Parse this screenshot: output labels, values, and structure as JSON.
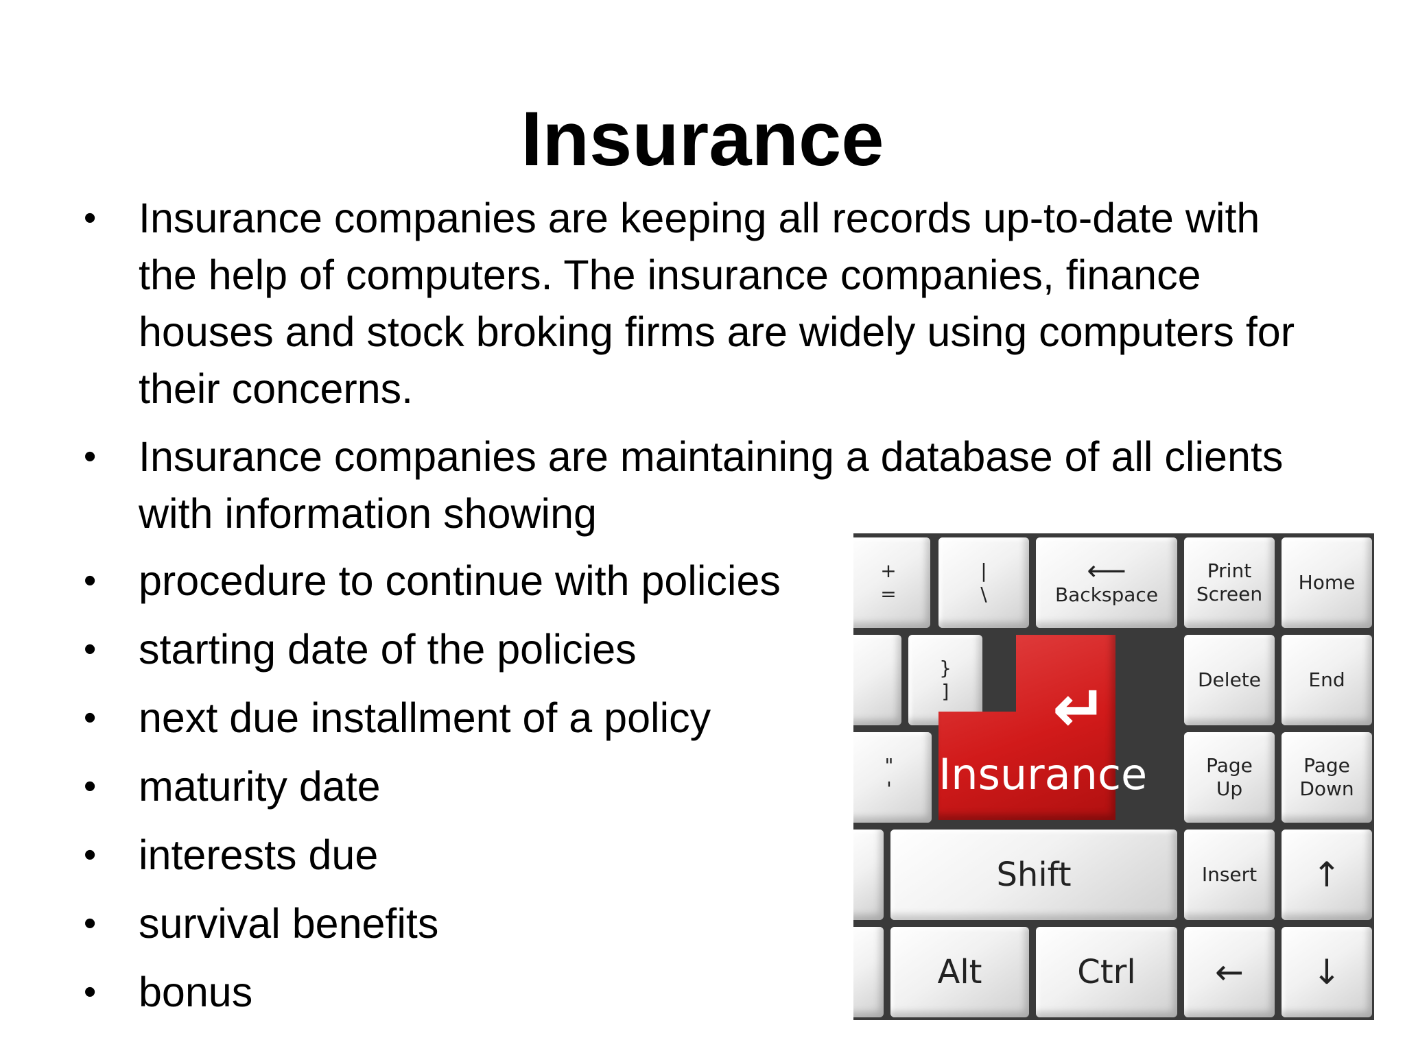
{
  "slide": {
    "title": "Insurance",
    "bullet_symbol": "•",
    "bullets": [
      {
        "lines": [
          "Insurance companies are keeping all records up-to-date with",
          "the help of computers. The insurance companies, finance",
          "houses and stock broking firms are widely using computers for",
          "their concerns."
        ]
      },
      {
        "lines": [
          "Insurance companies are maintaining a database of all clients",
          "with information showing"
        ]
      },
      {
        "lines": [
          "procedure to continue with policies"
        ]
      },
      {
        "lines": [
          "starting date of the policies"
        ]
      },
      {
        "lines": [
          "next due installment of a policy"
        ]
      },
      {
        "lines": [
          "maturity date"
        ]
      },
      {
        "lines": [
          "interests due"
        ]
      },
      {
        "lines": [
          "survival benefits"
        ]
      },
      {
        "lines": [
          "bonus"
        ]
      }
    ]
  },
  "keyboard_image": {
    "enter_key_label": "Insurance",
    "enter_key_color": "#d11a1a",
    "keys": {
      "plus_equals": [
        "+",
        "="
      ],
      "pipe_backslash": [
        "|",
        "\\"
      ],
      "backspace": "Backspace",
      "print_screen": [
        "Print",
        "Screen"
      ],
      "home": "Home",
      "brace_bracket": [
        "}",
        "]"
      ],
      "delete": "Delete",
      "end": "End",
      "quote": [
        "\"",
        "'"
      ],
      "page_up": [
        "Page",
        "Up"
      ],
      "page_down": [
        "Page",
        "Down"
      ],
      "shift": "Shift",
      "insert": "Insert",
      "up_arrow": "↑",
      "alt": "Alt",
      "ctrl": "Ctrl",
      "left_arrow": "←",
      "down_arrow": "↓",
      "backspace_arrow": "⟵",
      "enter_arrow": "↵"
    }
  }
}
